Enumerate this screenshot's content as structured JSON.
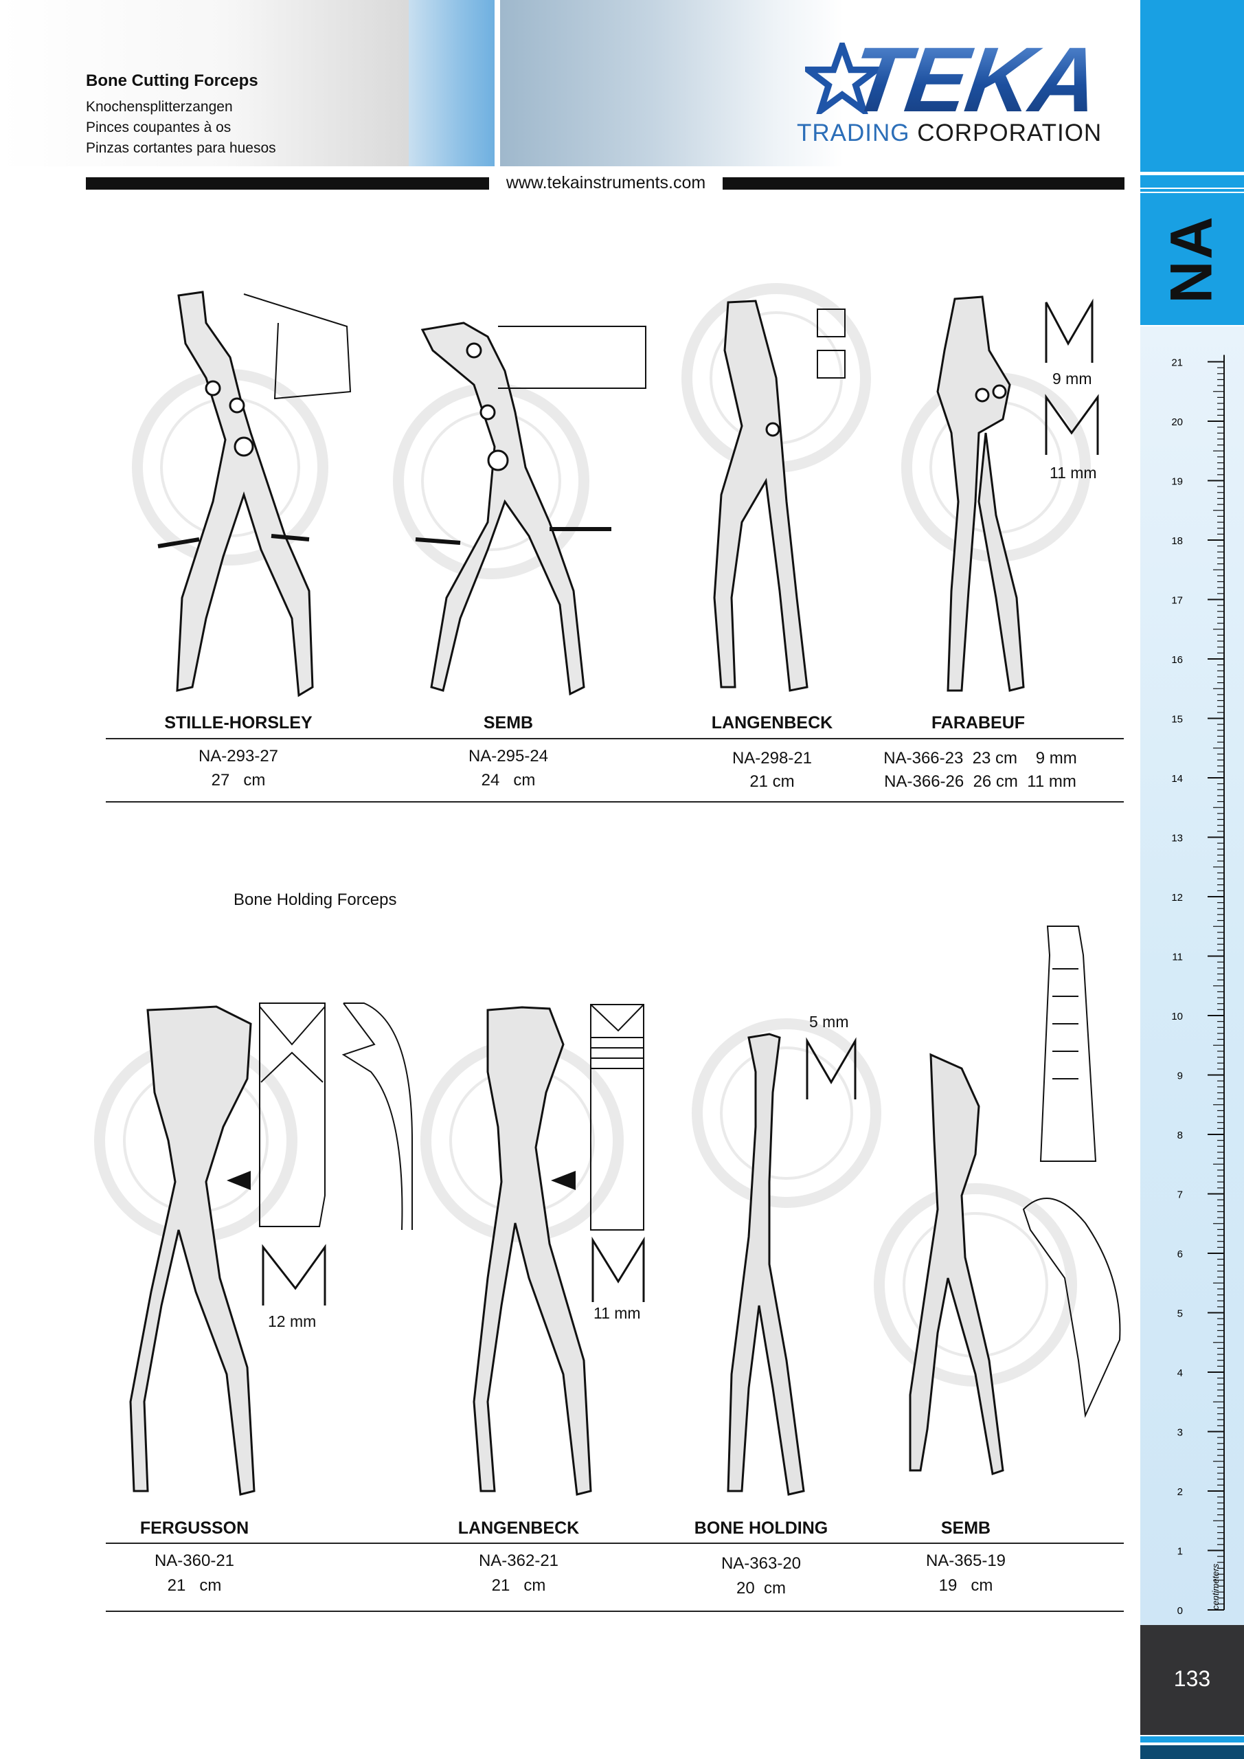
{
  "header": {
    "title": "Bone Cutting Forceps",
    "subtitles": [
      "Knochensplitterzangen",
      "Pinces coupantes à os",
      "Pinzas cortantes para huesos"
    ],
    "website": "www.tekainstruments.com"
  },
  "logo": {
    "wordmark": "TEKA",
    "line_trading": "TRADING",
    "line_corporation": "CORPORATION",
    "star_icon": "star-icon",
    "colors": {
      "blue": "#1f55a8",
      "light_blue": "#2b6eb8"
    }
  },
  "sidebar": {
    "category_tab": "NA",
    "accent_color": "#19a0e3",
    "ruler": {
      "unit_label": "centimeters",
      "min": 0,
      "max": 21
    },
    "page_number": "133"
  },
  "section1": {
    "products": [
      {
        "name": "STILLE-HORSLEY",
        "lines": [
          "NA-293-27",
          "27   cm"
        ]
      },
      {
        "name": "SEMB",
        "lines": [
          "NA-295-24",
          "24   cm"
        ]
      },
      {
        "name": "LANGENBECK",
        "lines": [
          "NA-298-21",
          "21 cm"
        ]
      },
      {
        "name": "FARABEUF",
        "lines": [
          "NA-366-23  23 cm    9 mm",
          "NA-366-26  26 cm  11 mm"
        ]
      }
    ],
    "tip_labels": [
      "9 mm",
      "11 mm"
    ]
  },
  "section2": {
    "label": "Bone  Holding  Forceps",
    "products": [
      {
        "name": "FERGUSSON",
        "lines": [
          "NA-360-21",
          "21   cm"
        ]
      },
      {
        "name": "LANGENBECK",
        "lines": [
          "NA-362-21",
          "21   cm"
        ]
      },
      {
        "name": "BONE HOLDING",
        "lines": [
          "NA-363-20",
          "20  cm"
        ]
      },
      {
        "name": "SEMB",
        "lines": [
          "NA-365-19",
          "19   cm"
        ]
      }
    ],
    "tip_labels": [
      "12 mm",
      "11 mm",
      "5 mm"
    ]
  }
}
